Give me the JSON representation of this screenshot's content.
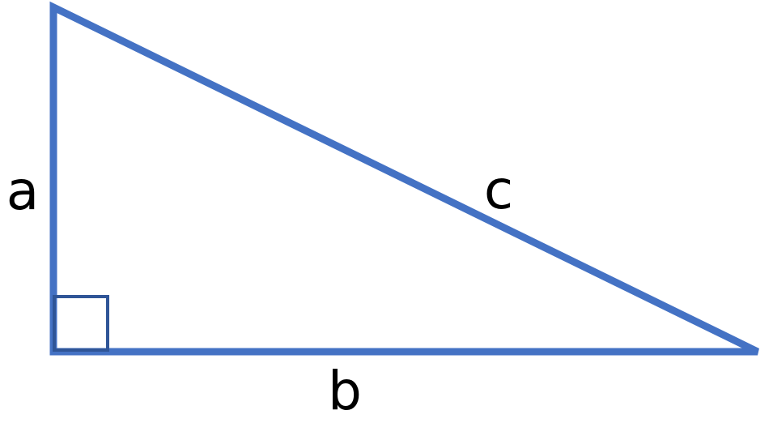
{
  "labels": {
    "side_a": "a",
    "side_b": "b",
    "side_c": "c"
  },
  "colors": {
    "triangle_stroke": "#4472C4",
    "right_angle_marker": "#2F5597",
    "label_text": "#000000",
    "background": "#FFFFFF"
  }
}
